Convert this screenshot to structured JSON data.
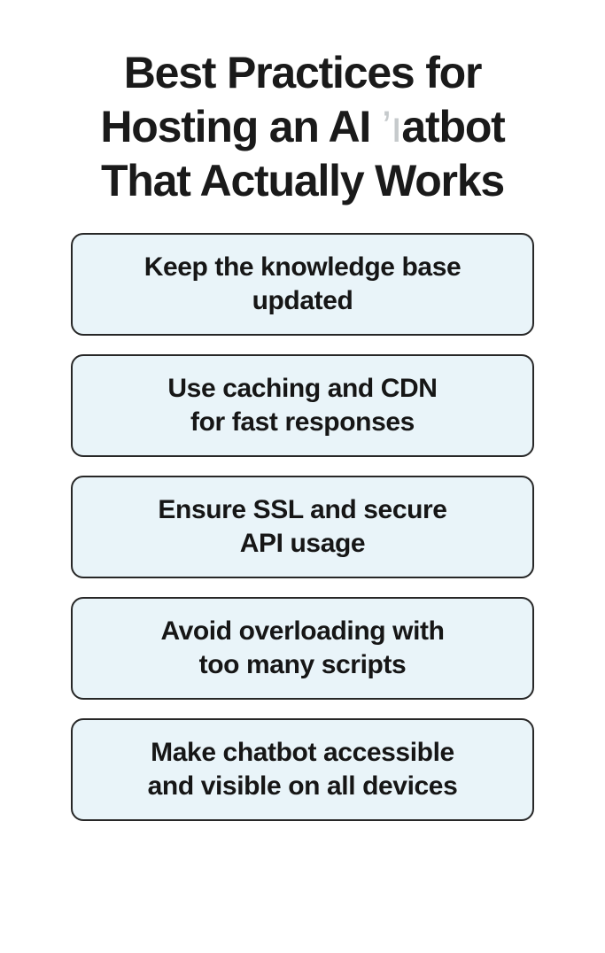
{
  "colors": {
    "page_bg": "#ffffff",
    "title_color": "#1a1a1a",
    "card_bg": "#e9f4f9",
    "card_border": "#272727",
    "card_text": "#161616",
    "ghost_color": "#c6cacc"
  },
  "title": {
    "line1": "Best Practices for",
    "line2_prefix": "Hosting an AI ",
    "line2_ghost": "’ı",
    "line2_suffix": "atbot",
    "line3": "That Actually Works"
  },
  "cards": [
    {
      "line1": "Keep the knowledge base",
      "line2": "updated"
    },
    {
      "line1": "Use caching and CDN",
      "line2": "for fast responses"
    },
    {
      "line1": "Ensure SSL and secure",
      "line2": "API usage"
    },
    {
      "line1": "Avoid overloading with",
      "line2": "too many scripts"
    },
    {
      "line1": "Make chatbot accessible",
      "line2": "and visible on all devices"
    }
  ]
}
